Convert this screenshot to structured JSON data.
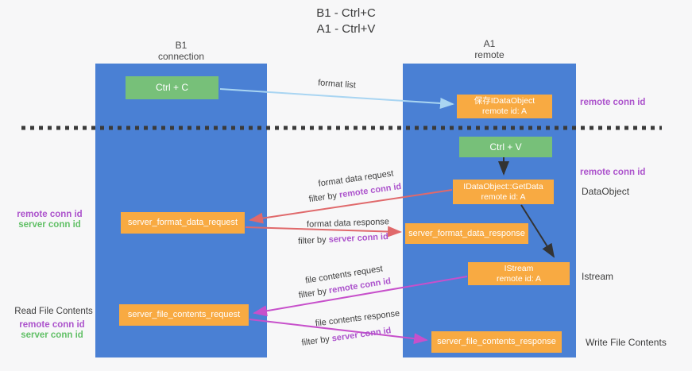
{
  "title": {
    "line1": "B1 - Ctrl+C",
    "line2": "A1 - Ctrl+V"
  },
  "columns": {
    "left": {
      "name": "B1",
      "subtitle": "connection"
    },
    "right": {
      "name": "A1",
      "subtitle": "remote"
    }
  },
  "nodes": {
    "ctrl_c": {
      "label": "Ctrl + C"
    },
    "save_dataobject": {
      "line1": "保存IDataObject",
      "line2": "remote id: A"
    },
    "ctrl_v": {
      "label": "Ctrl + V"
    },
    "getdata": {
      "line1": "IDataObject::GetData",
      "line2": "remote id: A"
    },
    "server_format_data_request": {
      "label": "server_format_data_request"
    },
    "server_format_data_response": {
      "label": "server_format_data_response"
    },
    "istream": {
      "line1": "IStream",
      "line2": "remote id: A"
    },
    "server_file_contents_request": {
      "label": "server_file_contents_request"
    },
    "server_file_contents_response": {
      "label": "server_file_contents_response"
    }
  },
  "edges": {
    "format_list": {
      "label": "format list"
    },
    "format_data_request": {
      "label": "format data request",
      "filter_prefix": "filter by ",
      "filter_key": "remote conn id"
    },
    "format_data_response": {
      "label": "format data response",
      "filter_prefix": "filter by ",
      "filter_key": "server conn id"
    },
    "file_contents_request": {
      "label": "file contents request",
      "filter_prefix": "filter by ",
      "filter_key": "remote conn id"
    },
    "file_contents_response": {
      "label": "file contents response",
      "filter_prefix": "filter by ",
      "filter_key": "server conn id"
    }
  },
  "side_labels": {
    "right_top_remote_conn_id": "remote conn id",
    "right_mid_remote_conn_id": "remote conn id",
    "right_dataobject": "DataObject",
    "right_istream": "Istream",
    "right_write_file_contents": "Write File Contents",
    "left_remote_conn_id_1": "remote conn id",
    "left_server_conn_id_1": "server conn id",
    "left_read_file_contents": "Read File Contents",
    "left_remote_conn_id_2": "remote conn id",
    "left_server_conn_id_2": "server conn id"
  },
  "colors": {
    "column_blue": "#4a80d4",
    "box_green": "#77c079",
    "box_orange": "#f8aa42",
    "arrow_light_blue": "#a9d5f2",
    "arrow_red": "#e0696b",
    "arrow_magenta": "#c750cb",
    "arrow_black": "#333333",
    "label_purple": "#ac53cc",
    "label_green": "#62c067",
    "text_dark": "#3d3d3d",
    "background": "#f7f7f8"
  }
}
